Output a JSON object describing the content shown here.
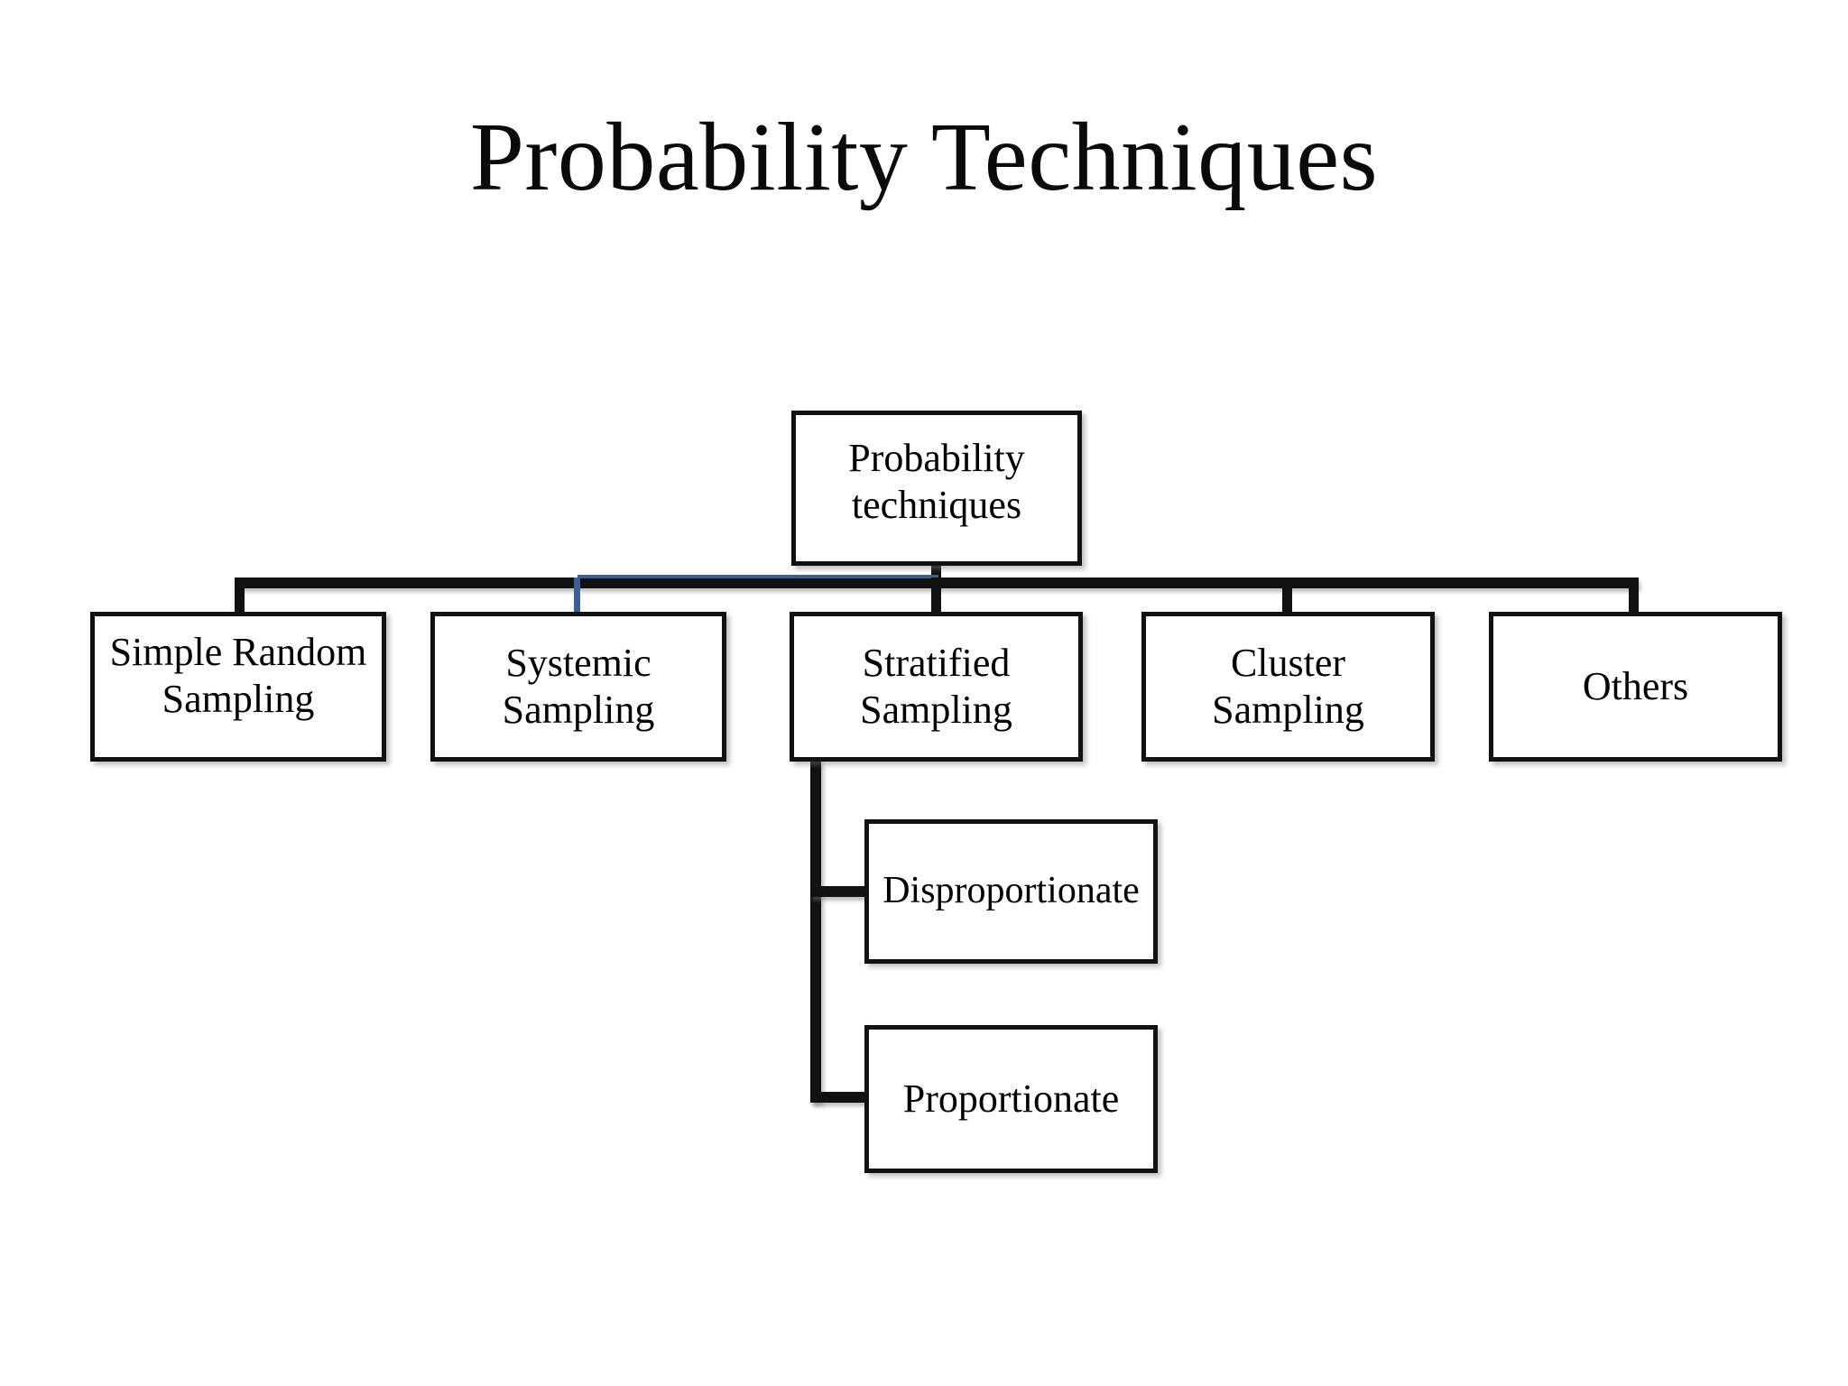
{
  "slide": {
    "title": "Probability Techniques",
    "background_color": "#ffffff",
    "text_color": "#0a0a0a"
  },
  "colors": {
    "box_border": "#111111",
    "box_fill": "#ffffff",
    "connector": "#111111",
    "connector_accent_blue": "#3f5f8d"
  },
  "chart_data": {
    "type": "diagram",
    "diagram_kind": "hierarchy-tree",
    "title": "Probability Techniques",
    "root": {
      "id": "root",
      "label": "Probability\ntechniques"
    },
    "level_2": [
      {
        "id": "simple-random-sampling",
        "label": "Simple Random\nSampling"
      },
      {
        "id": "systemic-sampling",
        "label": "Systemic\nSampling"
      },
      {
        "id": "stratified-sampling",
        "label": "Stratified\nSampling"
      },
      {
        "id": "cluster-sampling",
        "label": "Cluster\nSampling"
      },
      {
        "id": "others",
        "label": "Others"
      }
    ],
    "level_3": [
      {
        "id": "disproportionate",
        "parent": "stratified-sampling",
        "label": "Disproportionate"
      },
      {
        "id": "proportionate",
        "parent": "stratified-sampling",
        "label": "Proportionate"
      }
    ],
    "edges": [
      {
        "from": "root",
        "to": "simple-random-sampling"
      },
      {
        "from": "root",
        "to": "systemic-sampling"
      },
      {
        "from": "root",
        "to": "stratified-sampling"
      },
      {
        "from": "root",
        "to": "cluster-sampling"
      },
      {
        "from": "root",
        "to": "others"
      },
      {
        "from": "stratified-sampling",
        "to": "disproportionate"
      },
      {
        "from": "stratified-sampling",
        "to": "proportionate"
      }
    ]
  },
  "nodes": {
    "root": "Probability\ntechniques",
    "simple_random_sampling": "Simple Random\nSampling",
    "systemic_sampling": "Systemic\nSampling",
    "stratified_sampling": "Stratified\nSampling",
    "cluster_sampling": "Cluster\nSampling",
    "others": "Others",
    "disproportionate": "Disproportionate",
    "proportionate": "Proportionate"
  }
}
